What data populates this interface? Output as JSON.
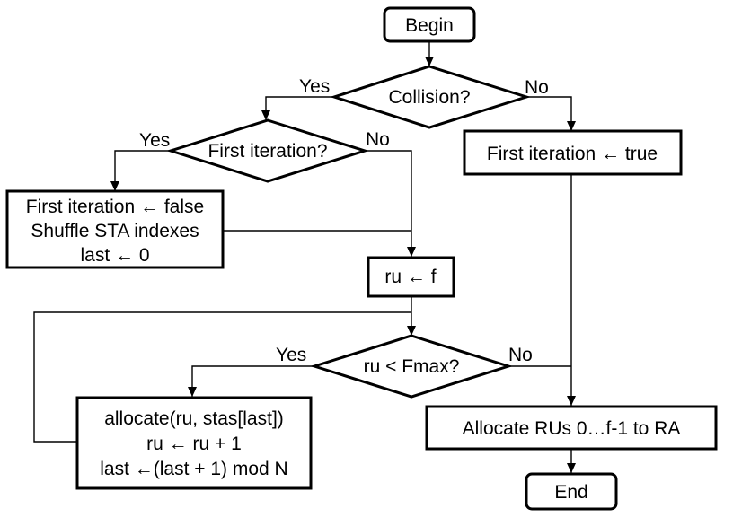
{
  "nodes": {
    "begin": "Begin",
    "collision": "Collision?",
    "first_iteration_q": "First iteration?",
    "set_true": "First iteration ← true",
    "set_false_lines": [
      "First iteration ← false",
      "Shuffle STA indexes",
      "last ← 0"
    ],
    "ru_assign": "ru ← f",
    "ru_check": "ru < Fmax?",
    "allocate_lines": [
      "allocate(ru, stas[last])",
      "ru ← ru + 1",
      "last ←(last + 1) mod N"
    ],
    "allocate_ra": "Allocate RUs 0…f-1 to RA",
    "end": "End"
  },
  "branches": {
    "collision_yes": "Yes",
    "collision_no": "No",
    "first_yes": "Yes",
    "first_no": "No",
    "ru_yes": "Yes",
    "ru_no": "No"
  }
}
